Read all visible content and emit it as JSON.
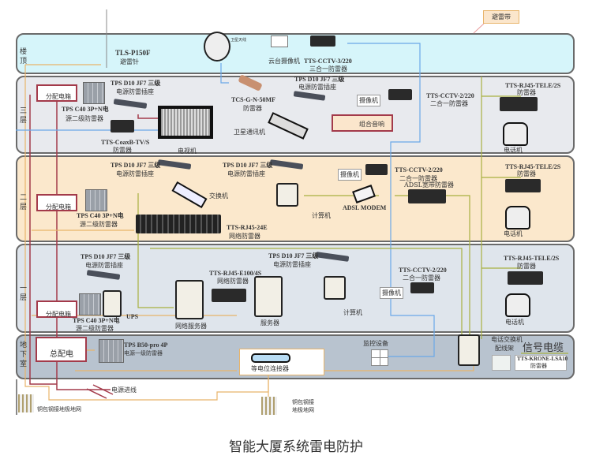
{
  "legend_tag": "避雷带",
  "floors": {
    "roof": "楼顶",
    "f3": "三层",
    "f2": "二层",
    "f1": "一层",
    "basement": "地下室"
  },
  "roof": {
    "rod_model": "TLS-P150F",
    "rod_name": "避雷针",
    "dish_label": "卫星天线",
    "ptz_camera": "云台摄像机",
    "cctv3_model": "TTS-CCTV-3/220",
    "cctv3_name": "三合一防雷器"
  },
  "f3": {
    "dist_box": "分配电箱",
    "strip_model": "TPS D10 JF7 三级",
    "strip_name": "电源防雷插座",
    "c40_model": "TPS C40 3P+N电",
    "c40_name": "源二级防雷器",
    "coax_model": "TTS-CoaxB-TV/S",
    "coax_name": "防雷器",
    "tv": "电视机",
    "tcs_model": "TCS-G-N-50MF",
    "tcs_name": "防雷器",
    "sat_comm": "卫星通讯机",
    "strip2_model": "TPS D10 JF7 三级",
    "strip2_name": "电源防雷插座",
    "camera": "摄像机",
    "audio": "组合音响",
    "cctv_model": "TTS-CCTV-2/220",
    "cctv_name": "二合一防雷器",
    "tele_model": "TTS-RJ45-TELE/2S",
    "tele_name": "防雷器",
    "phone": "电话机"
  },
  "f2": {
    "strip_model": "TPS D10 JF7 三级",
    "strip_name": "电源防雷插座",
    "strip2_model": "TPS D10 JF7 三级",
    "strip2_name": "电源防雷插座",
    "dist_box": "分配电箱",
    "c40_model": "TPS C40 3P+N电",
    "c40_name": "源二级防雷器",
    "switch": "交换机",
    "rj45_model": "TTS-RJ45-24E",
    "rj45_name": "网络防雷器",
    "computer": "计算机",
    "camera": "摄像机",
    "cctv_model": "TTS-CCTV-2/220",
    "cctv_name": "二合一防雷器",
    "adsl_spd": "ADSL宽带防雷器",
    "modem": "ADSL MODEM",
    "tele_model": "TTS-RJ45-TELE/2S",
    "tele_name": "防雷器",
    "phone": "电话机"
  },
  "f1": {
    "strip_model": "TPS D10 JF7 三级",
    "strip_name": "电源防雷插座",
    "strip2_model": "TPS D10 JF7 三级",
    "strip2_name": "电源防雷插座",
    "e100_model": "TTS-RJ45-E100/4S",
    "e100_name": "网络防雷器",
    "cctv_model": "TTS-CCTV-2/220",
    "cctv_name": "二合一防雷器",
    "camera": "摄像机",
    "computer": "计算机",
    "tele_model": "TTS-RJ45-TELE/2S",
    "tele_name": "防雷器",
    "phone": "电话机",
    "dist_box": "分配电箱",
    "c40_model": "TPS C40 3P+N电",
    "c40_name": "源二级防雷器",
    "ups": "UPS",
    "net_server": "网络服务器",
    "server": "服务器"
  },
  "basement": {
    "main_dist": "总配电",
    "b50_model": "TPS B50-pro 4P",
    "b50_name": "电源一级防雷器",
    "bonding": "等电位连接器",
    "monitor": "监控设备",
    "pbx": "电话交换机",
    "patch": "配线架",
    "signal_cable": "信号电缆",
    "krone_model": "TTS-KRONE-LSA10",
    "krone_name": "防雷器"
  },
  "ground": {
    "power_in": "电源进线",
    "grid_left": "铜包钢接地极地网",
    "grid_right_1": "铜包钢接",
    "grid_right_2": "地极地网"
  },
  "title": "智能大厦系统雷电防护",
  "colors": {
    "roof": "#d6f5fa",
    "f3": "#e8eaee",
    "f2": "#fbe8cc",
    "f1": "#dfe5ec",
    "basement": "#b8c3cf",
    "power": "#a33a4a",
    "ground": "#e8b46a",
    "video": "#6aa8e8",
    "signal": "#a8b040"
  }
}
